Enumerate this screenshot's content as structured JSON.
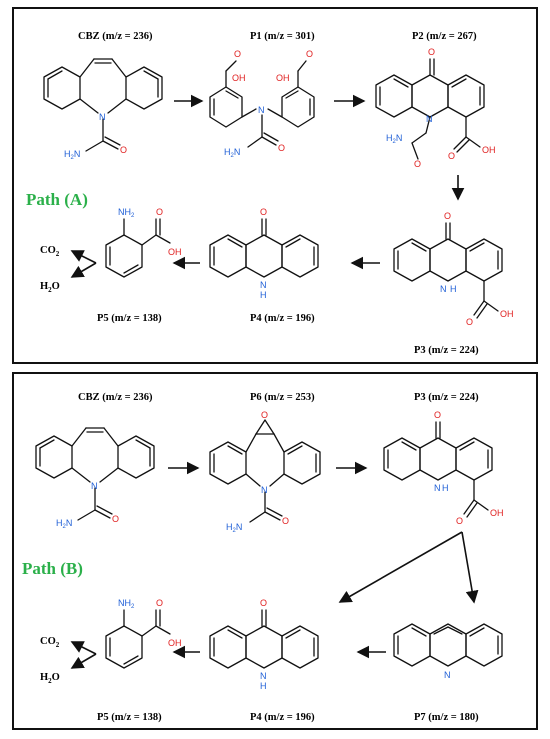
{
  "panel_a": {
    "title": "Path (A)",
    "compounds": {
      "cbz": {
        "label": "CBZ (m/z = 236)"
      },
      "p1": {
        "label": "P1 (m/z = 301)"
      },
      "p2": {
        "label": "P2 (m/z = 267)"
      },
      "p3": {
        "label": "P3 (m/z = 224)"
      },
      "p4": {
        "label": "P4 (m/z = 196)"
      },
      "p5": {
        "label": "P5 (m/z = 138)"
      }
    },
    "byproducts": {
      "co2": "CO",
      "co2_sub": "2",
      "h2o": "H",
      "h2o_sub": "2",
      "h2o_tail": "O"
    }
  },
  "panel_b": {
    "title": "Path (B)",
    "compounds": {
      "cbz": {
        "label": "CBZ (m/z = 236)"
      },
      "p6": {
        "label": "P6 (m/z = 253)"
      },
      "p3": {
        "label": "P3 (m/z = 224)"
      },
      "p7": {
        "label": "P7 (m/z = 180)"
      },
      "p4": {
        "label": "P4 (m/z = 196)"
      },
      "p5": {
        "label": "P5 (m/z = 138)"
      }
    },
    "byproducts": {
      "co2": "CO",
      "co2_sub": "2",
      "h2o": "H",
      "h2o_sub": "2",
      "h2o_tail": "O"
    }
  },
  "atoms": {
    "o": "O",
    "n": "N",
    "nh": "NH",
    "h2n": "H",
    "h2n_sub": "2",
    "h2n_tail": "N",
    "oh": "OH",
    "nh2": "NH",
    "nh2_sub": "2",
    "h": "H"
  },
  "colors": {
    "oxygen": "#e02020",
    "nitrogen": "#1f5fd6",
    "title": "#2bb04a",
    "bond": "#111111"
  }
}
